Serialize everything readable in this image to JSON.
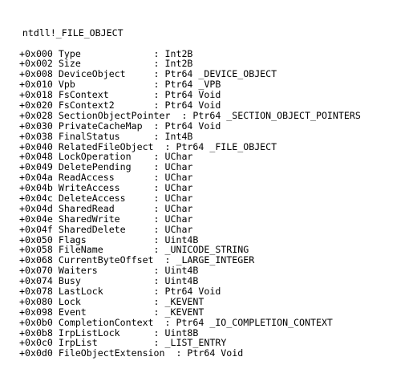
{
  "debugger_output": {
    "header": "ntdll!_FILE_OBJECT",
    "fields": [
      {
        "offset": "+0x000",
        "name": "Type",
        "type": "Int2B"
      },
      {
        "offset": "+0x002",
        "name": "Size",
        "type": "Int2B"
      },
      {
        "offset": "+0x008",
        "name": "DeviceObject",
        "type": "Ptr64 _DEVICE_OBJECT"
      },
      {
        "offset": "+0x010",
        "name": "Vpb",
        "type": "Ptr64 _VPB"
      },
      {
        "offset": "+0x018",
        "name": "FsContext",
        "type": "Ptr64 Void"
      },
      {
        "offset": "+0x020",
        "name": "FsContext2",
        "type": "Ptr64 Void"
      },
      {
        "offset": "+0x028",
        "name": "SectionObjectPointer",
        "type": "Ptr64 _SECTION_OBJECT_POINTERS"
      },
      {
        "offset": "+0x030",
        "name": "PrivateCacheMap",
        "type": "Ptr64 Void"
      },
      {
        "offset": "+0x038",
        "name": "FinalStatus",
        "type": "Int4B"
      },
      {
        "offset": "+0x040",
        "name": "RelatedFileObject",
        "type": "Ptr64 _FILE_OBJECT"
      },
      {
        "offset": "+0x048",
        "name": "LockOperation",
        "type": "UChar"
      },
      {
        "offset": "+0x049",
        "name": "DeletePending",
        "type": "UChar"
      },
      {
        "offset": "+0x04a",
        "name": "ReadAccess",
        "type": "UChar"
      },
      {
        "offset": "+0x04b",
        "name": "WriteAccess",
        "type": "UChar"
      },
      {
        "offset": "+0x04c",
        "name": "DeleteAccess",
        "type": "UChar"
      },
      {
        "offset": "+0x04d",
        "name": "SharedRead",
        "type": "UChar"
      },
      {
        "offset": "+0x04e",
        "name": "SharedWrite",
        "type": "UChar"
      },
      {
        "offset": "+0x04f",
        "name": "SharedDelete",
        "type": "UChar"
      },
      {
        "offset": "+0x050",
        "name": "Flags",
        "type": "Uint4B"
      },
      {
        "offset": "+0x058",
        "name": "FileName",
        "type": "_UNICODE_STRING"
      },
      {
        "offset": "+0x068",
        "name": "CurrentByteOffset",
        "type": "_LARGE_INTEGER"
      },
      {
        "offset": "+0x070",
        "name": "Waiters",
        "type": "Uint4B"
      },
      {
        "offset": "+0x074",
        "name": "Busy",
        "type": "Uint4B"
      },
      {
        "offset": "+0x078",
        "name": "LastLock",
        "type": "Ptr64 Void"
      },
      {
        "offset": "+0x080",
        "name": "Lock",
        "type": "_KEVENT"
      },
      {
        "offset": "+0x098",
        "name": "Event",
        "type": "_KEVENT"
      },
      {
        "offset": "+0x0b0",
        "name": "CompletionContext",
        "type": "Ptr64 _IO_COMPLETION_CONTEXT"
      },
      {
        "offset": "+0x0b8",
        "name": "IrpListLock",
        "type": "Uint8B"
      },
      {
        "offset": "+0x0c0",
        "name": "IrpList",
        "type": "_LIST_ENTRY"
      },
      {
        "offset": "+0x0d0",
        "name": "FileObjectExtension",
        "type": "Ptr64 Void"
      }
    ]
  }
}
